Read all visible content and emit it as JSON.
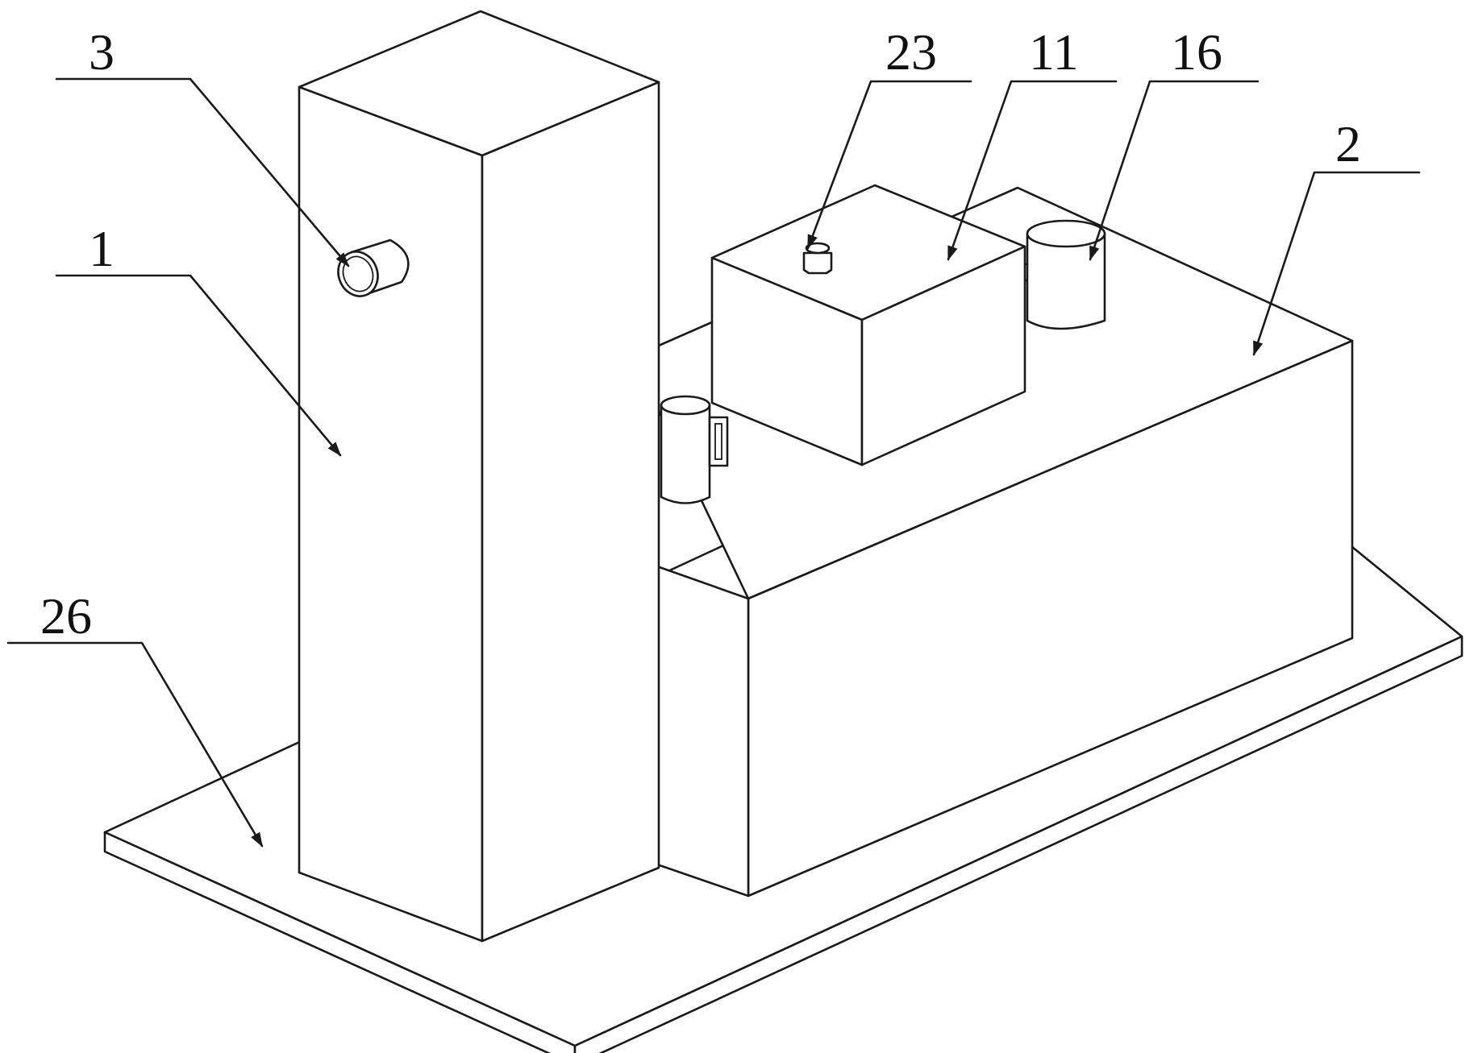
{
  "figure": {
    "labels": [
      {
        "id": "3",
        "text": "3"
      },
      {
        "id": "1",
        "text": "1"
      },
      {
        "id": "26",
        "text": "26"
      },
      {
        "id": "23",
        "text": "23"
      },
      {
        "id": "11",
        "text": "11"
      },
      {
        "id": "16",
        "text": "16"
      },
      {
        "id": "2",
        "text": "2"
      }
    ]
  }
}
